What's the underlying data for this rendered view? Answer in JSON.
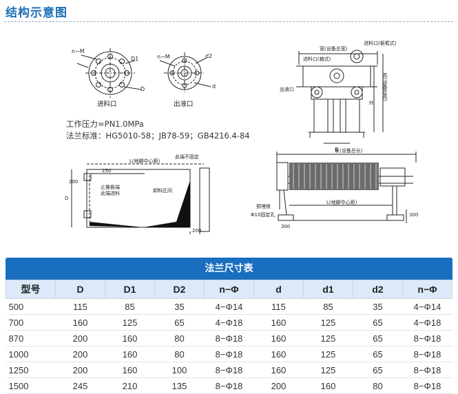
{
  "header": {
    "title": "结构示意图"
  },
  "flange_inlet": {
    "label_nm": "n−M",
    "label_d1": "D1",
    "label_d": "D",
    "caption": "进料口"
  },
  "flange_outlet": {
    "label_nm": "n−M",
    "label_d2": "d2",
    "label_d": "d",
    "caption": "出液口"
  },
  "specs": {
    "pressure": "工作压力=PN1.0MPa",
    "standard": "法兰标准：HG5010-58；JB78-59；GB4216.4-84"
  },
  "front_view": {
    "width_label": "宽(设备总宽)",
    "inlet_top": "进料口(板框式)",
    "inlet_side": "进料口(箱式)",
    "outlet": "出液口",
    "height_label": "高(设备总高)",
    "h_label": "H",
    "b_label": "B"
  },
  "plan_view": {
    "l_label": "L(地脚中心距)",
    "dim_250": "250",
    "not_fixed": "此端不固定",
    "dim_200": "200",
    "d_label": "D",
    "stop_note_1": "止推板端",
    "stop_note_2": "此端进料",
    "area": "卸料区间",
    "dim_bottom_200": "200"
  },
  "side_view": {
    "length_label": "长(设备总长)",
    "embedded": "预埋铁",
    "fix_hole": "Φ10固定孔",
    "l_label": "L(地脚中心距)",
    "dim_300": "300",
    "dim_300v": "300"
  },
  "table": {
    "caption": "法兰尺寸表",
    "headers": [
      "型号",
      "D",
      "D1",
      "D2",
      "n−Φ",
      "d",
      "d1",
      "d2",
      "n−Φ"
    ],
    "rows": [
      [
        "500",
        "115",
        "85",
        "35",
        "4−Φ14",
        "115",
        "85",
        "35",
        "4−Φ14"
      ],
      [
        "700",
        "160",
        "125",
        "65",
        "4−Φ18",
        "160",
        "125",
        "65",
        "4−Φ18"
      ],
      [
        "870",
        "200",
        "160",
        "80",
        "8−Φ18",
        "160",
        "125",
        "65",
        "8−Φ18"
      ],
      [
        "1000",
        "200",
        "160",
        "80",
        "8−Φ18",
        "160",
        "125",
        "65",
        "8−Φ18"
      ],
      [
        "1250",
        "200",
        "160",
        "100",
        "8−Φ18",
        "160",
        "125",
        "65",
        "8−Φ18"
      ],
      [
        "1500",
        "245",
        "210",
        "135",
        "8−Φ18",
        "200",
        "160",
        "80",
        "8−Φ18"
      ]
    ]
  }
}
